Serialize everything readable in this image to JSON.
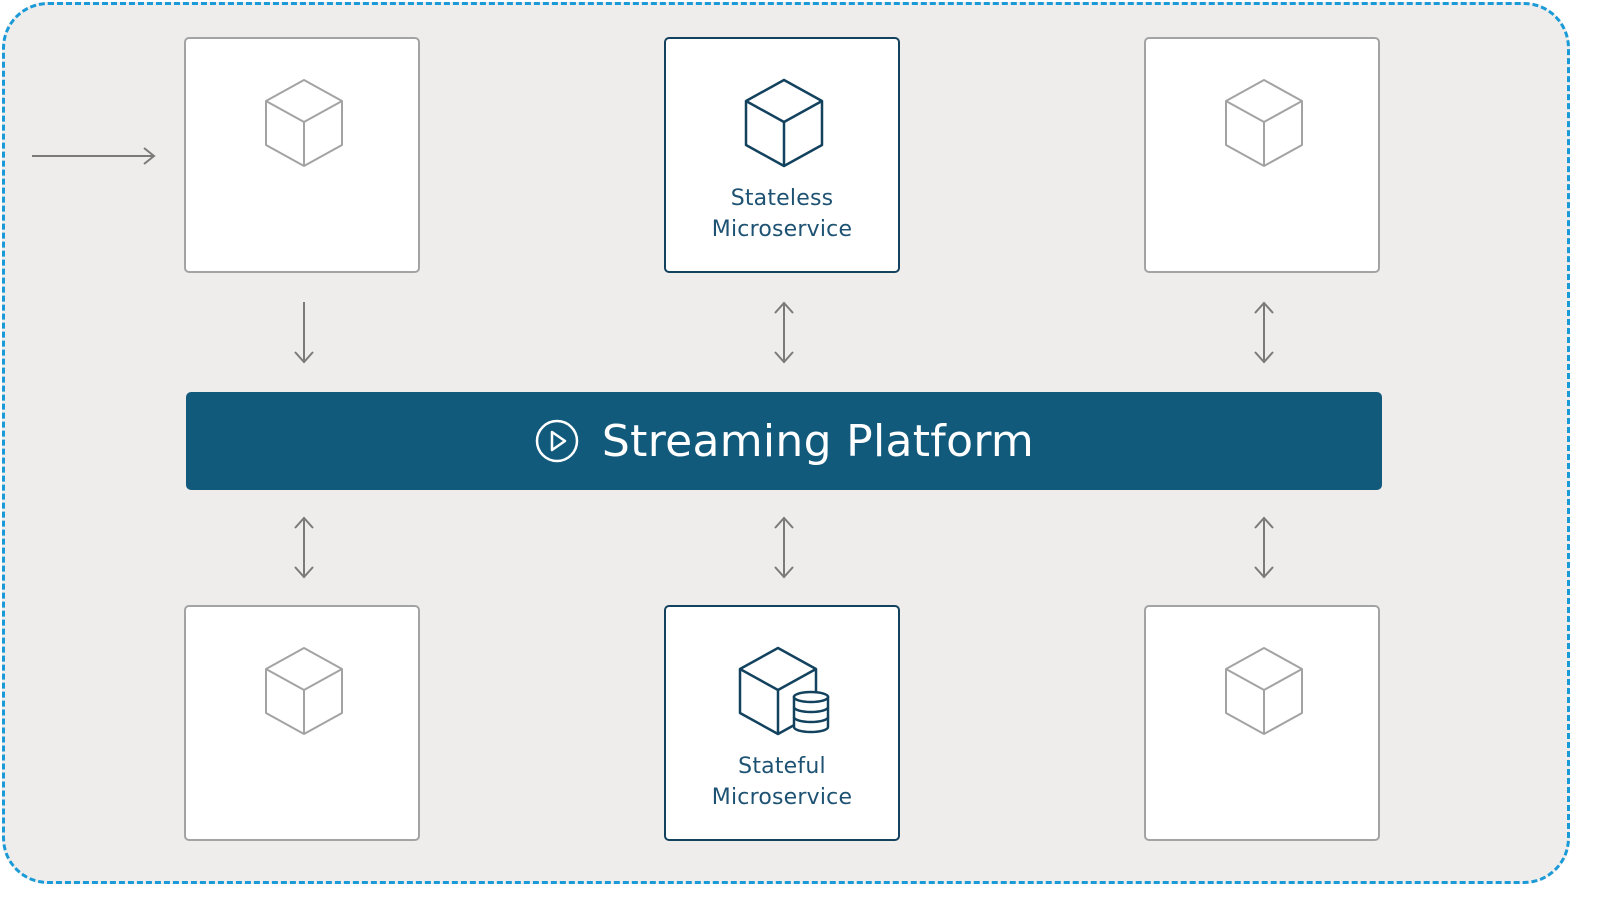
{
  "diagram": {
    "platform": {
      "title": "Streaming Platform",
      "icon": "play-circle-icon"
    },
    "stateless_service": {
      "line1": "Stateless",
      "line2": "Microservice",
      "icon": "cube-icon"
    },
    "stateful_service": {
      "line1": "Stateful",
      "line2": "Microservice",
      "icon": "cube-database-icon"
    },
    "colors": {
      "frame_border": "#1a9ad6",
      "background": "#eeedec",
      "platform": "#125a7c",
      "active_outline": "#13425f",
      "inactive_outline": "#a3a3a3"
    }
  }
}
